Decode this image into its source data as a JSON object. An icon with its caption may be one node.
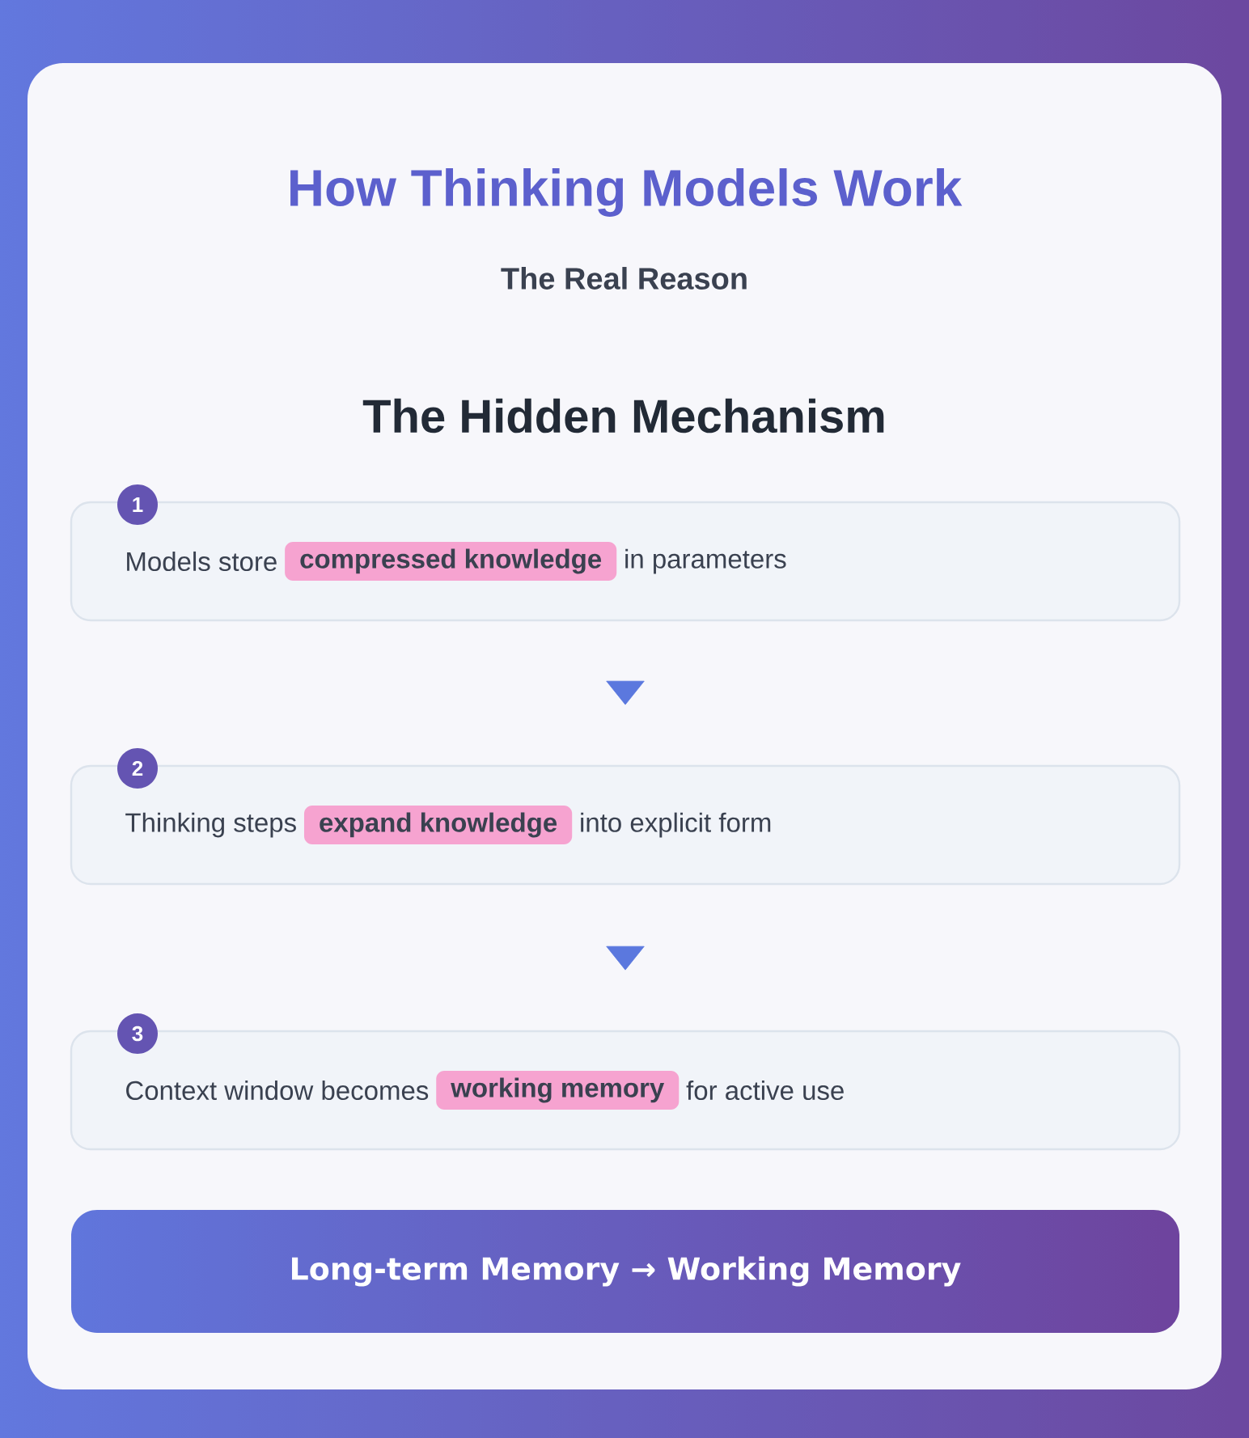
{
  "diagram": {
    "title": "How Thinking Models Work",
    "nodes": [
      {
        "text": [
          "Models store",
          "in parameters"
        ]
      },
      {
        "text": [
          "compressed knowledge"
        ],
        "in": 0
      },
      {
        "text": [
          "1"
        ]
      },
      {
        "text": [
          "Thinking steps",
          "into explicit form"
        ]
      },
      {
        "text": [
          "expand knowledge"
        ],
        "in": 3
      },
      {
        "text": [
          "2"
        ]
      },
      {
        "text": [
          "Context window becomes",
          "for active use"
        ]
      },
      {
        "text": [
          "working memory"
        ],
        "in": 6
      },
      {
        "text": [
          "3"
        ]
      },
      {
        "text": [
          "Long-term Memory → Working Memory"
        ]
      }
    ],
    "edges": [
      {
        "from": 0,
        "to": 3,
        "arrow": "to"
      },
      {
        "from": 3,
        "to": 6,
        "arrow": "to"
      }
    ],
    "labels": [
      "The Real Reason",
      "The Hidden Mechanism"
    ]
  }
}
